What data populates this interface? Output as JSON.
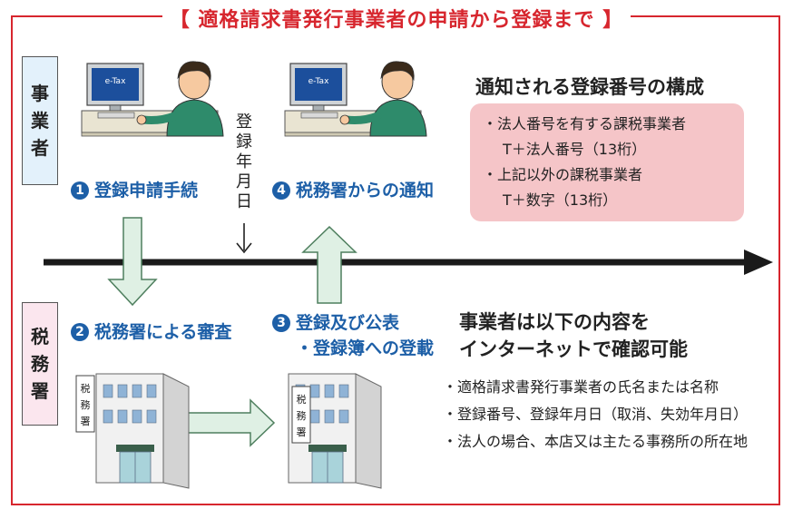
{
  "title": "【 適格請求書発行事業者の申請から登録まで 】",
  "labels": {
    "business": [
      "事",
      "業",
      "者"
    ],
    "tax_office": [
      "税",
      "務",
      "署"
    ]
  },
  "screen_text": "e-Tax",
  "building_sign": [
    "税",
    "務",
    "署"
  ],
  "steps": [
    {
      "num": "1",
      "lines": [
        "登録申請手続"
      ]
    },
    {
      "num": "2",
      "lines": [
        "税務署による審査"
      ]
    },
    {
      "num": "3",
      "lines": [
        "登録及び公表",
        "・登録簿への登載"
      ]
    },
    {
      "num": "4",
      "lines": [
        "税務署からの通知"
      ]
    }
  ],
  "registration_date": [
    "登",
    "録",
    "年",
    "月",
    "日"
  ],
  "registration_number": {
    "heading": "通知される登録番号の構成",
    "lines": [
      "・法人番号を有する課税事業者",
      "T＋法人番号（13桁）",
      "・上記以外の課税事業者",
      "T＋数字（13桁）"
    ]
  },
  "public_info": {
    "heading": [
      "事業者は以下の内容を",
      "インターネットで確認可能"
    ],
    "items": [
      "・適格請求書発行事業者の氏名または名称",
      "・登録番号、登録年月日（取消、失効年月日）",
      "・法人の場合、本店又は主たる事務所の所在地"
    ]
  },
  "colors": {
    "frame": "#d7262e",
    "step_blue": "#1d5fa7",
    "arrow_fill": "#dff0e4",
    "arrow_stroke": "#4e7f5e",
    "pink_box": "#f5c5c8"
  }
}
